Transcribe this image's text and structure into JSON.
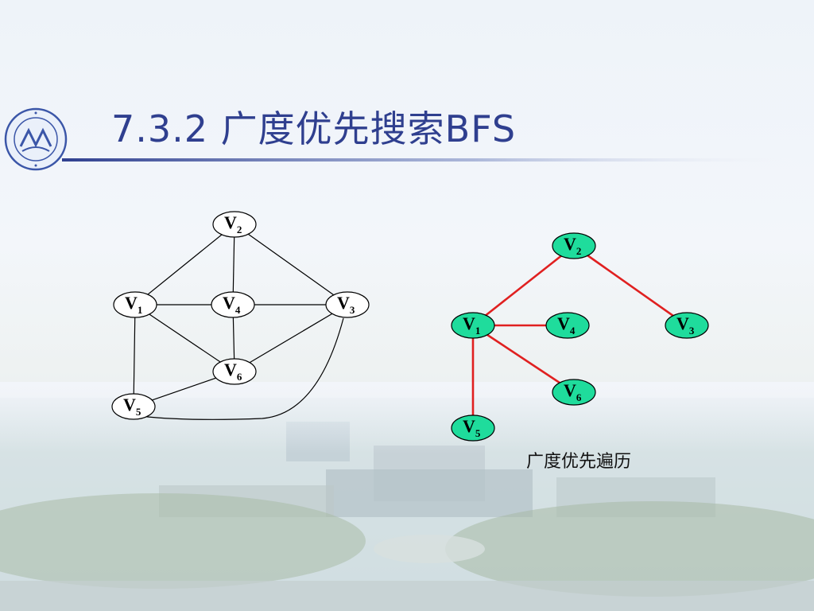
{
  "slide": {
    "title": "7.3.2 广度优先搜索BFS",
    "caption": "广度优先遍历"
  },
  "original_graph": {
    "nodes": [
      {
        "id": "v2",
        "letter": "V",
        "sub": "2"
      },
      {
        "id": "v1",
        "letter": "V",
        "sub": "1"
      },
      {
        "id": "v4",
        "letter": "V",
        "sub": "4"
      },
      {
        "id": "v3",
        "letter": "V",
        "sub": "3"
      },
      {
        "id": "v6",
        "letter": "V",
        "sub": "6"
      },
      {
        "id": "v5",
        "letter": "V",
        "sub": "5"
      }
    ],
    "edges": [
      [
        "v2",
        "v1"
      ],
      [
        "v2",
        "v4"
      ],
      [
        "v2",
        "v3"
      ],
      [
        "v1",
        "v4"
      ],
      [
        "v4",
        "v3"
      ],
      [
        "v1",
        "v6"
      ],
      [
        "v4",
        "v6"
      ],
      [
        "v3",
        "v6"
      ],
      [
        "v1",
        "v5"
      ],
      [
        "v6",
        "v5"
      ],
      [
        "v5",
        "v3"
      ]
    ],
    "node_fill": "#ffffff",
    "edge_color": "#000000"
  },
  "bfs_tree": {
    "nodes": [
      {
        "id": "v2",
        "letter": "V",
        "sub": "2"
      },
      {
        "id": "v1",
        "letter": "V",
        "sub": "1"
      },
      {
        "id": "v4",
        "letter": "V",
        "sub": "4"
      },
      {
        "id": "v3",
        "letter": "V",
        "sub": "3"
      },
      {
        "id": "v6",
        "letter": "V",
        "sub": "6"
      },
      {
        "id": "v5",
        "letter": "V",
        "sub": "5"
      }
    ],
    "edges": [
      [
        "v2",
        "v1"
      ],
      [
        "v2",
        "v3"
      ],
      [
        "v1",
        "v4"
      ],
      [
        "v1",
        "v6"
      ],
      [
        "v1",
        "v5"
      ]
    ],
    "node_fill": "#1fdc9c",
    "edge_color": "#e02020"
  },
  "colors": {
    "title": "#2f3f8f",
    "rule": "#2f3f8f"
  }
}
